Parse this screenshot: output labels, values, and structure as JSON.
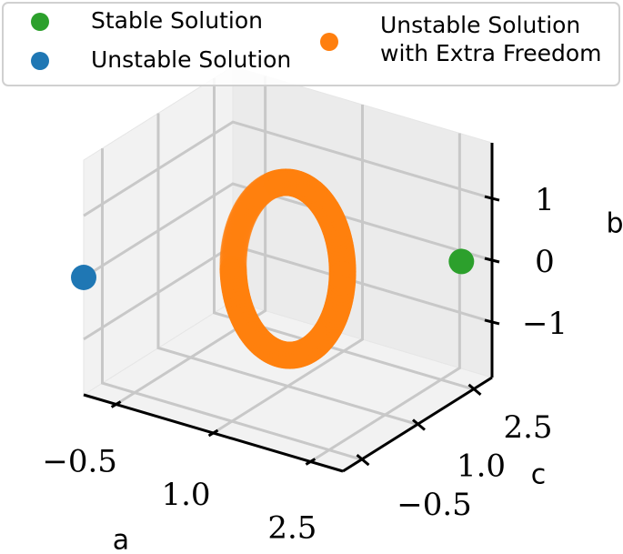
{
  "chart_data": {
    "type": "scatter",
    "projection": "3d",
    "axes": {
      "x": {
        "label": "a",
        "ticks": [
          "−0.5",
          "1.0",
          "2.5"
        ]
      },
      "y": {
        "label": "c",
        "ticks": [
          "−0.5",
          "1.0",
          "2.5"
        ]
      },
      "z": {
        "label": "b",
        "ticks": [
          "−1",
          "0",
          "1"
        ]
      }
    },
    "grid": true,
    "legend": {
      "placement": "top",
      "entries": [
        {
          "label": "Stable Solution",
          "color": "#2ca02c"
        },
        {
          "label": "Unstable Solution",
          "color": "#1f77b4"
        },
        {
          "label": "Unstable Solution\nwith Extra Freedom",
          "color": "#ff7f0e"
        }
      ]
    },
    "series": [
      {
        "name": "Stable Solution",
        "color": "#2ca02c",
        "points": [
          {
            "a": 2.7,
            "c": 2.7,
            "b": 0.0
          }
        ]
      },
      {
        "name": "Unstable Solution",
        "color": "#1f77b4",
        "points": [
          {
            "a": -1.0,
            "c": -1.0,
            "b": 0.0
          }
        ]
      },
      {
        "name": "Unstable Solution with Extra Freedom",
        "color": "#ff7f0e",
        "shape": "ring",
        "center": {
          "a": 1.0,
          "c": 1.0,
          "b": 0.0
        },
        "radius": 1.4
      }
    ]
  }
}
